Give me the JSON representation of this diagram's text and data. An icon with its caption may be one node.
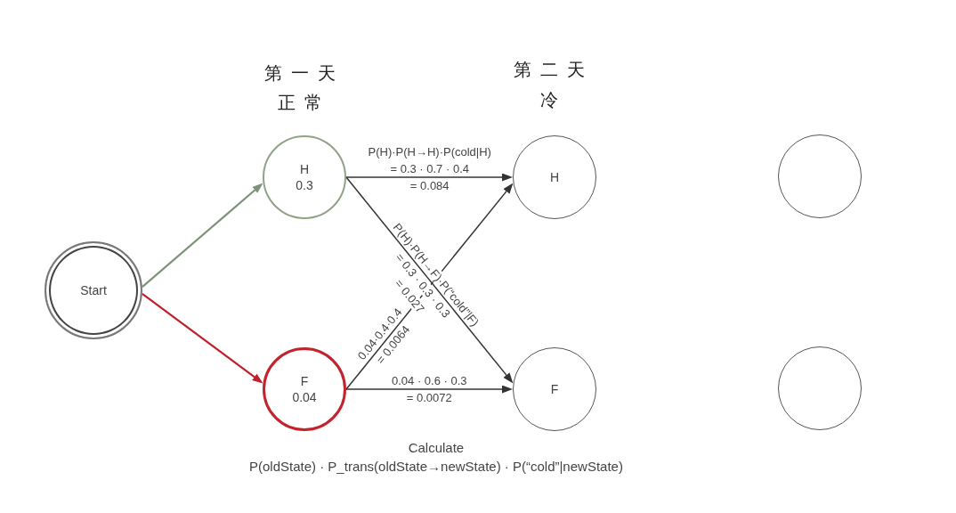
{
  "diagram": {
    "nodes": [
      {
        "text": [
          "Start"
        ]
      },
      {
        "text": [
          "H",
          "0.3"
        ]
      },
      {
        "text": [
          "F",
          "0.04"
        ]
      },
      {
        "text": [
          "H"
        ]
      },
      {
        "text": [
          "F"
        ]
      },
      {
        "text": [],
        "shape": "circle"
      },
      {
        "text": [],
        "shape": "circle"
      }
    ],
    "edges": [
      {
        "from": 0,
        "to": 1,
        "arrow": "to",
        "color": "#7f937a"
      },
      {
        "from": 0,
        "to": 2,
        "arrow": "to",
        "color": "#c0202a"
      },
      {
        "from": 1,
        "to": 3,
        "arrow": "to",
        "label": "P(H)·P(H→H)·P(cold|H) = 0.3 · 0.7 · 0.4 = 0.084"
      },
      {
        "from": 1,
        "to": 4,
        "arrow": "to",
        "label": "P(H)·P(H→F)·P(“cold”|F) = 0.3 · 0.3 · 0.3 = 0.027"
      },
      {
        "from": 2,
        "to": 3,
        "arrow": "to",
        "label": "0.04·0.4·0.4 = 0.0064"
      },
      {
        "from": 2,
        "to": 4,
        "arrow": "to",
        "label": "0.04 · 0.6 · 0.3 = 0.0072"
      }
    ],
    "labels": [
      "第一天",
      "正常",
      "第二天",
      "冷"
    ],
    "caption": "Calculate P(oldState) · P_trans(oldState→newState) · P(“cold”|newState)"
  }
}
